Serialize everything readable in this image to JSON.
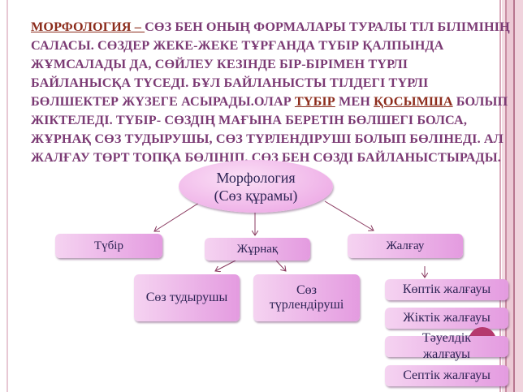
{
  "text": {
    "term1": "МОРФОЛОГИЯ",
    "dash": " – ",
    "p1": "СӨЗ БЕН ОНЫҢ ФОРМАЛАРЫ ТУРАЛЫ ТІЛ БІЛІМІНІҢ САЛАСЫ. СӨЗДЕР ЖЕКЕ-ЖЕКЕ ТҰРҒАНДА ТҮБІР ҚАЛПЫНДА ЖҰМСАЛАДЫ ДА, СӨЙЛЕУ КЕЗІНДЕ БІР-БІРІМЕН ТҮРЛІ БАЙЛАНЫСҚА  ТҮСЕДІ. БҰЛ БАЙЛАНЫСТЫ ТІЛДЕГІ ТҮРЛІ БӨЛШЕКТЕР ЖҮЗЕГЕ АСЫРАДЫ.ОЛАР ",
    "term2": "ТҮБІР",
    "p2": " МЕН ",
    "term3": "ҚОСЫМША",
    "p3": " БОЛЫП ЖІКТЕЛЕДІ. ТҮБІР- СӨЗДІҢ МАҒЫНА БЕРЕТІН БӨЛШЕГІ БОЛСА, ЖҰРНАҚ СӨЗ ТУДЫРУШЫ, СӨЗ ТҮРЛЕНДІРУШІ БОЛЫП БӨЛІНЕДІ. АЛ ЖАЛҒАУ ТӨРТ ТОПҚА БӨЛІНІП, СӨЗ БЕН СӨЗДІ БАЙЛАНЫСТЫРАДЫ."
  },
  "diagram": {
    "root_line1": "Морфология",
    "root_line2": "(Сөз құрамы)",
    "tubir": "Түбір",
    "zhurnak": "Жұрнақ",
    "zhalgau": "Жалғау",
    "soz_tudyrushy": "Сөз тудырушы",
    "soz_turlendirushi": "Сөз түрлендіруші",
    "koptik": "Көптік жалғауы",
    "zhiktik": "Жіктік жалғауы",
    "tauyeldik": "Тәуелдік жалғауы",
    "septik": "Септік жалғауы"
  }
}
